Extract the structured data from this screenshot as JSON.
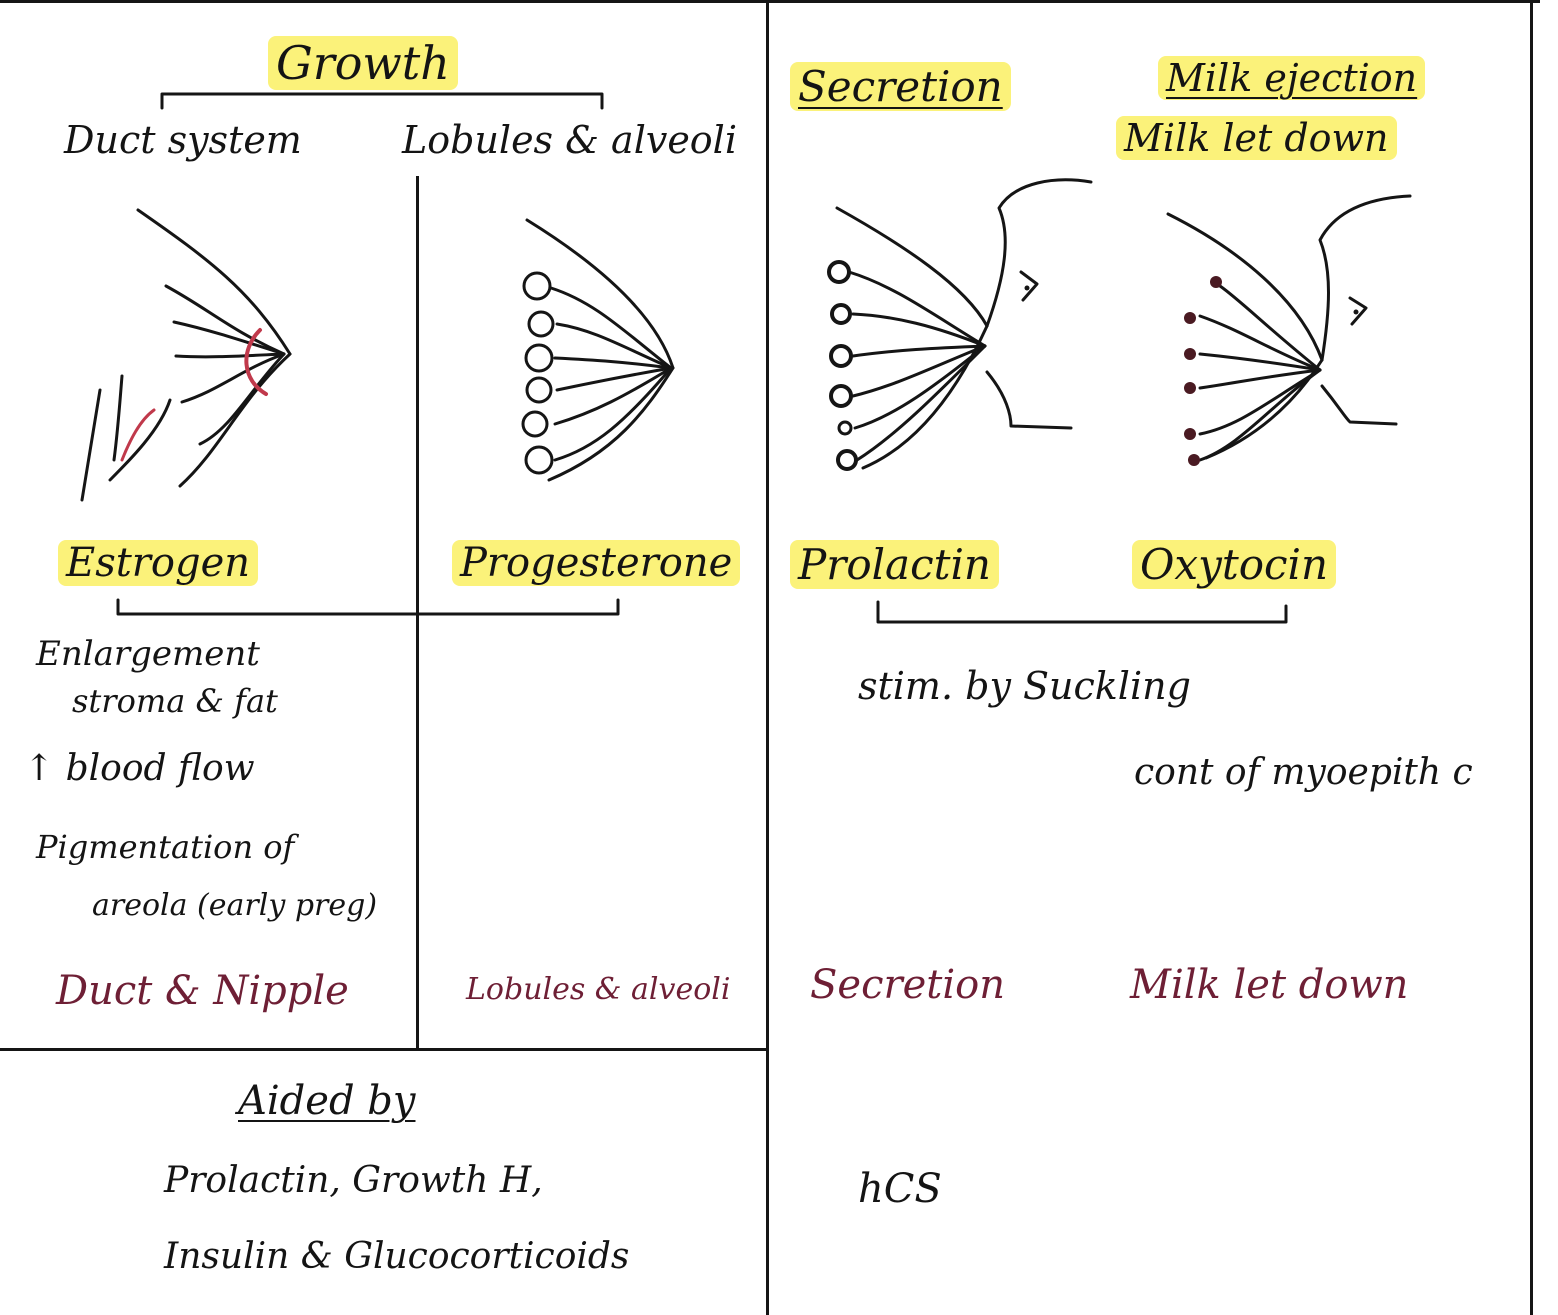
{
  "growth": {
    "title": "Growth",
    "col_duct": "Duct system",
    "col_lobules": "Lobules & alveoli",
    "estrogen": "Estrogen",
    "progesterone": "Progesterone",
    "estrogen_effects": [
      "Enlargement",
      "stroma & fat",
      "↑ blood flow",
      "Pigmentation of",
      "areola (early preg)"
    ],
    "result_duct": "Duct & Nipple",
    "result_lobules": "Lobules & alveoli"
  },
  "secretion": {
    "title": "Secretion",
    "hormone": "Prolactin",
    "result": "Secretion"
  },
  "ejection": {
    "title_line1": "Milk ejection",
    "title_line2": "Milk let down",
    "hormone": "Oxytocin",
    "result": "Milk let down"
  },
  "stimulus": {
    "line1": "stim. by Suckling",
    "line2": "cont of myoepith c"
  },
  "aided": {
    "title": "Aided by",
    "line1": "Prolactin, Growth H,",
    "line2": "Insulin & Glucocorticoids",
    "right": "hCS"
  },
  "colors": {
    "ink": "#141414",
    "highlight": "#fbf27a",
    "maroon_ink": "#6e1f35",
    "red_ink": "#c0394b"
  }
}
